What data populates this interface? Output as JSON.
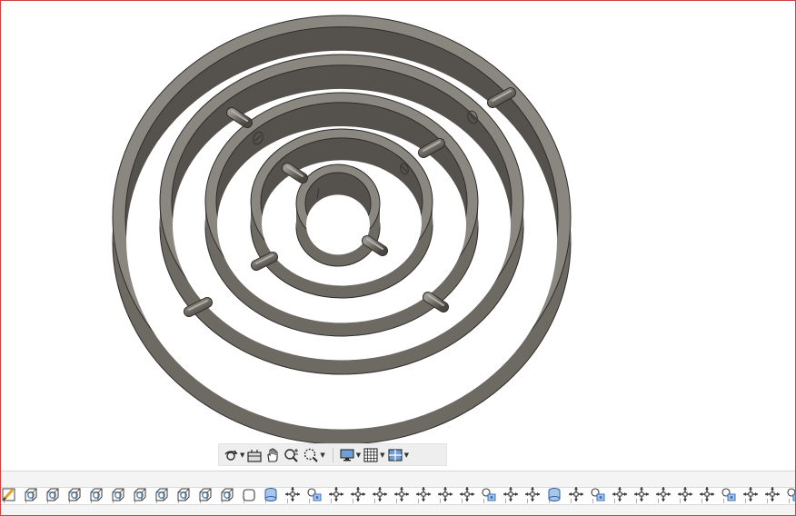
{
  "viewport": {
    "model": "concentric-rings-gyroscope"
  },
  "navigation_toolbar": {
    "buttons": [
      {
        "name": "orbit-button",
        "icon": "orbit-icon",
        "dropdown": true
      },
      {
        "name": "look-at-button",
        "icon": "look-at-icon",
        "dropdown": false
      },
      {
        "name": "pan-button",
        "icon": "hand-icon",
        "dropdown": false
      },
      {
        "name": "zoom-button",
        "icon": "zoom-plus-minus-icon",
        "dropdown": false
      },
      {
        "name": "fit-button",
        "icon": "zoom-window-icon",
        "dropdown": true
      },
      {
        "name": "display-settings-button",
        "icon": "monitor-icon",
        "dropdown": true
      },
      {
        "name": "grid-settings-button",
        "icon": "grid-icon",
        "dropdown": true
      },
      {
        "name": "viewports-button",
        "icon": "multi-viewport-icon",
        "dropdown": true
      }
    ]
  },
  "timeline": {
    "features": [
      "sketch",
      "extrude",
      "extrude",
      "extrude",
      "extrude",
      "extrude",
      "extrude",
      "extrude",
      "extrude",
      "extrude",
      "extrude",
      "box",
      "cylinder",
      "move",
      "joint",
      "move",
      "move",
      "move",
      "move",
      "move",
      "move",
      "move",
      "joint",
      "move",
      "move",
      "cylinder",
      "move",
      "joint",
      "move",
      "move",
      "move",
      "move",
      "move",
      "joint",
      "move",
      "move",
      "joint"
    ],
    "colors": {
      "sketch": "#e8a020",
      "extrude": "#5f8fc8",
      "cylinder": "#5f8fc8",
      "move": "#3a3a3a",
      "joint": "#3a6fb4"
    }
  }
}
